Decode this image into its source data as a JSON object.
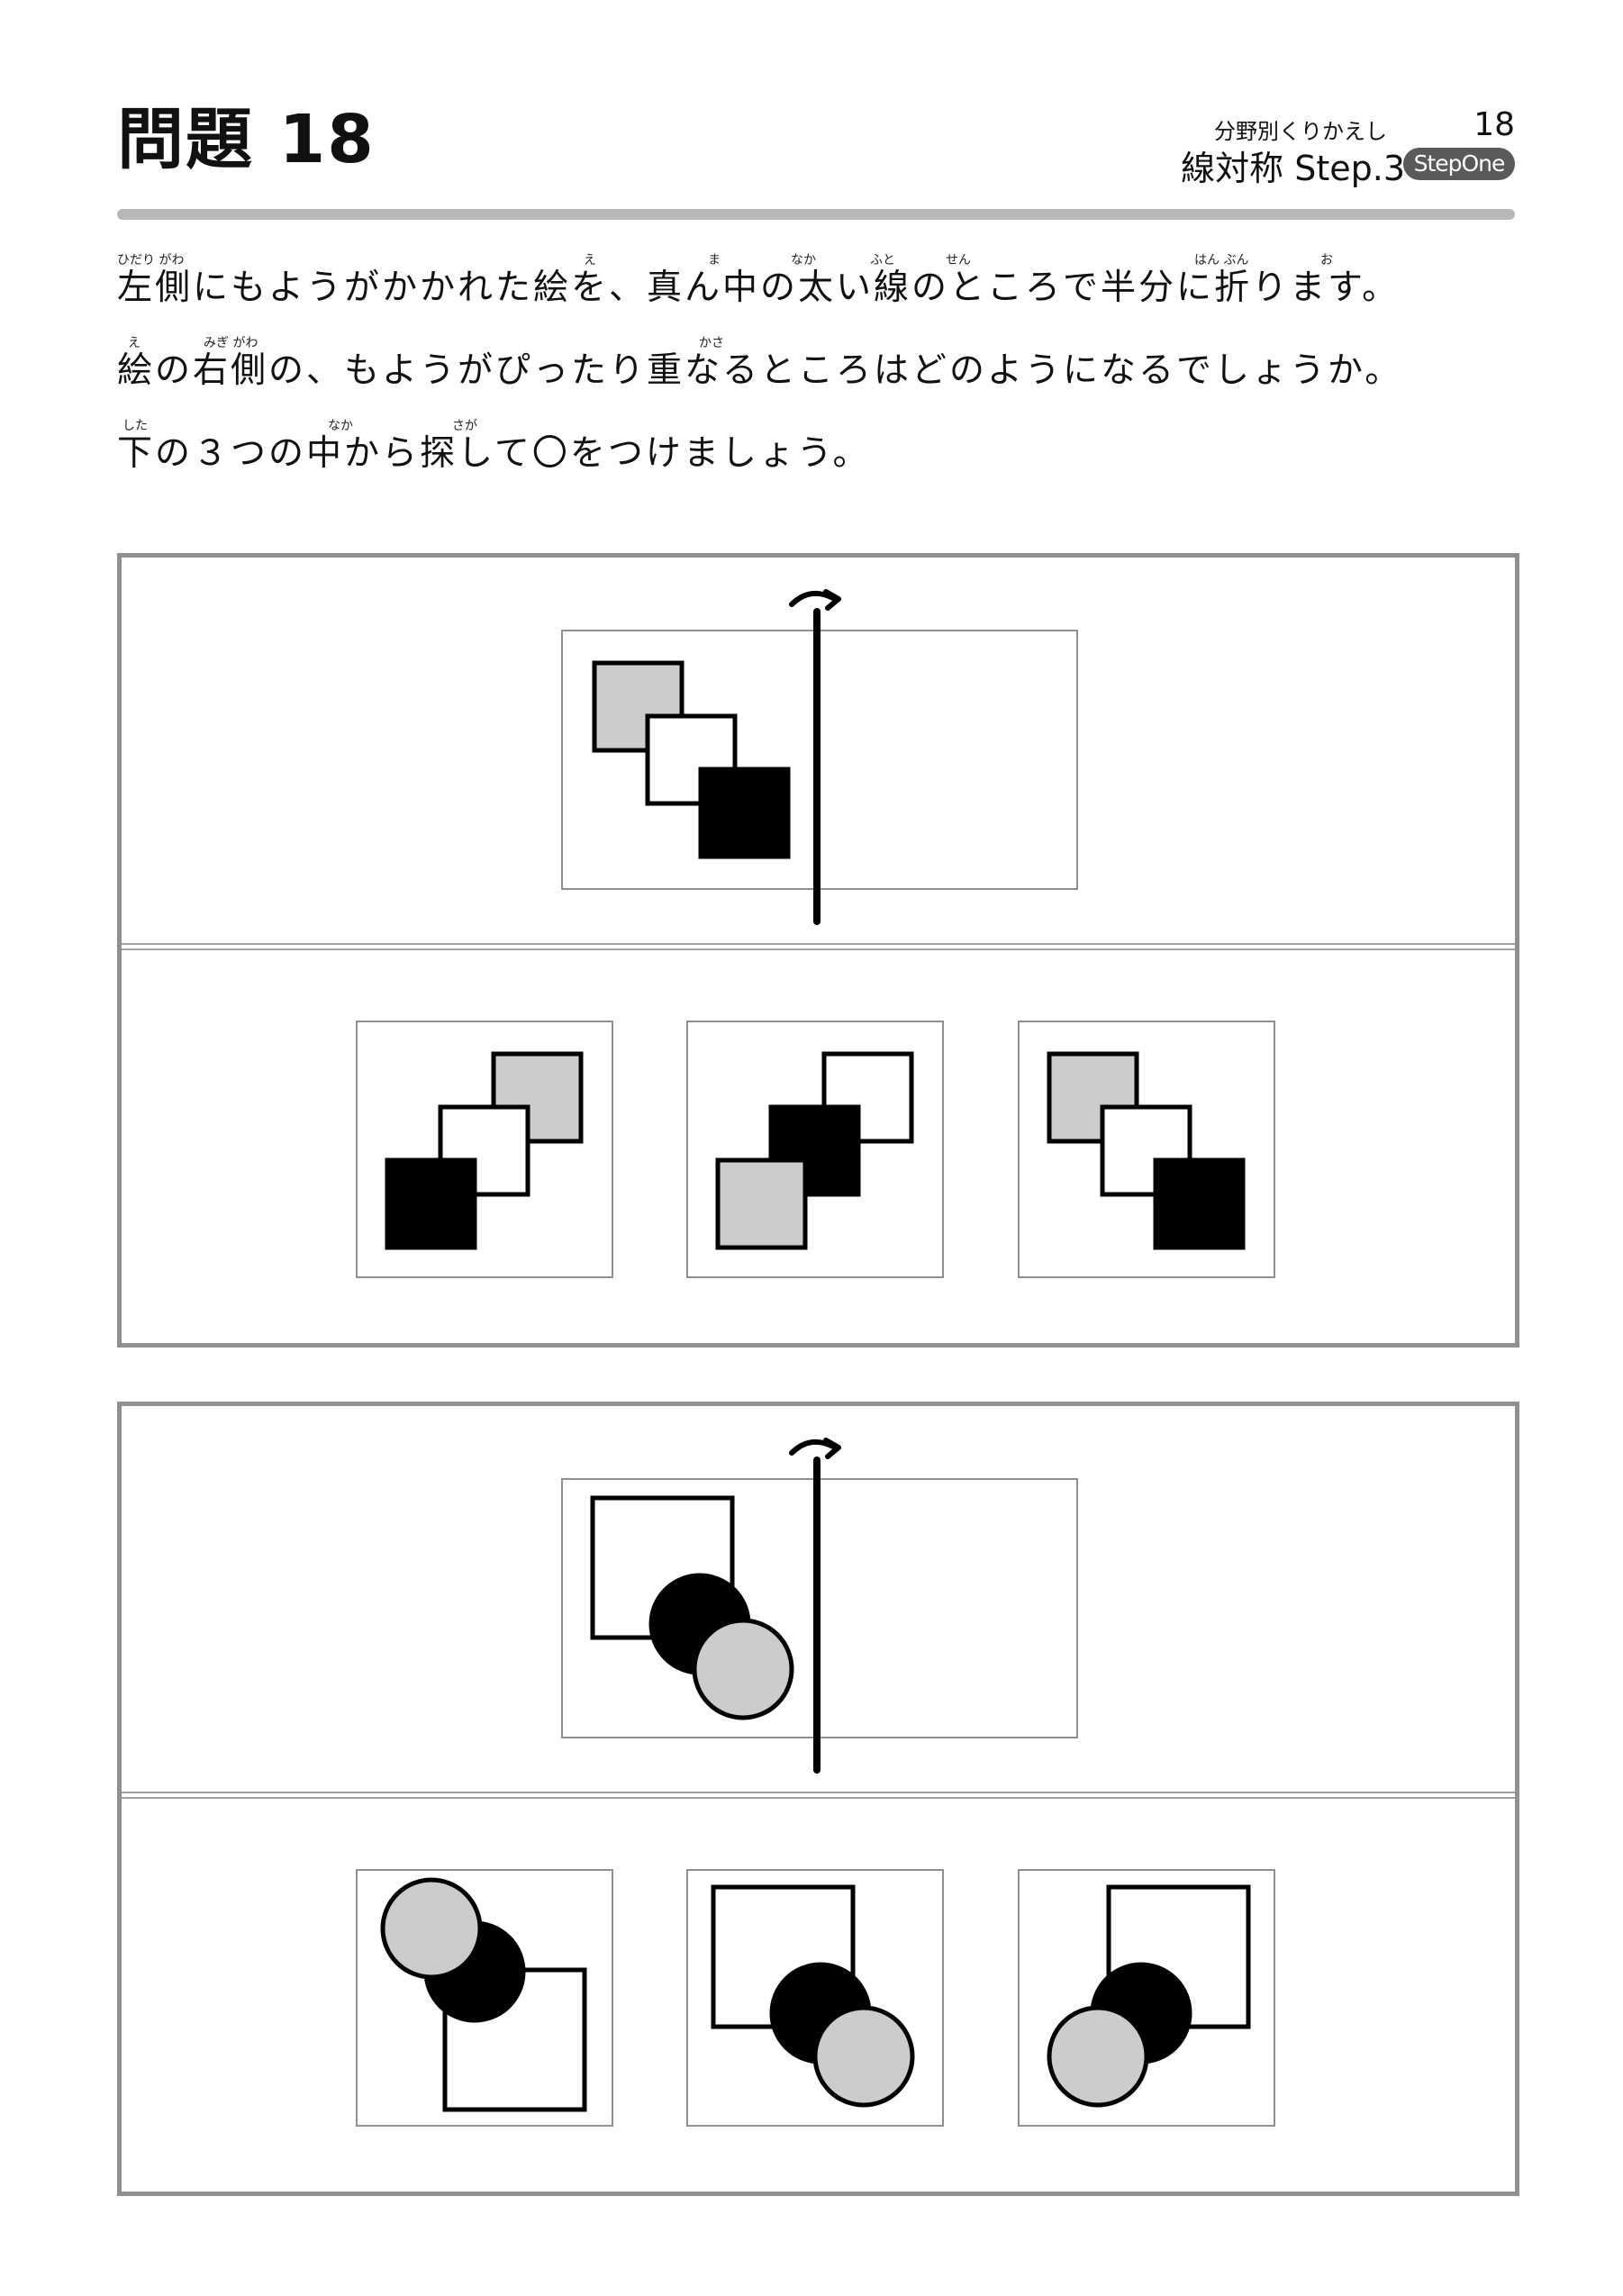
{
  "header": {
    "title": "問題 18",
    "series": "分野別くりかえし",
    "page_number": "18",
    "topic": "線対称 Step.3",
    "badge": "StepOne"
  },
  "instructions": {
    "line1": "左側にもようがかかれた絵を、真ん中の太い線のところで半分に折ります。",
    "line2": "絵の右側の、もようがぴったり重なるところはどのようになるでしょうか。",
    "line3": "下の３つの中から探して〇をつけましょう。",
    "ruby": {
      "hidarigawa": "ひだり がわ",
      "e1": "え",
      "ma": "ま",
      "naka1": "なか",
      "futo": "ふと",
      "sen": "せん",
      "hanbun": "はん ぶん",
      "o": "お",
      "e2": "え",
      "migigawa": "みぎ がわ",
      "kasa": "かさ",
      "shita": "した",
      "naka2": "なか",
      "saga": "さが"
    }
  },
  "problems": [
    {
      "figure": "squares",
      "question": "gray-white-black squares left of fold line",
      "choices": [
        "choice-a",
        "choice-b",
        "choice-c"
      ]
    },
    {
      "figure": "circles",
      "question": "square with black and gray circles left of fold line",
      "choices": [
        "choice-a",
        "choice-b",
        "choice-c"
      ]
    }
  ],
  "colors": {
    "frame": "#8f8f8f",
    "gray_fill": "#cccccc",
    "black": "#000000",
    "badge": "#5a5a5a"
  }
}
